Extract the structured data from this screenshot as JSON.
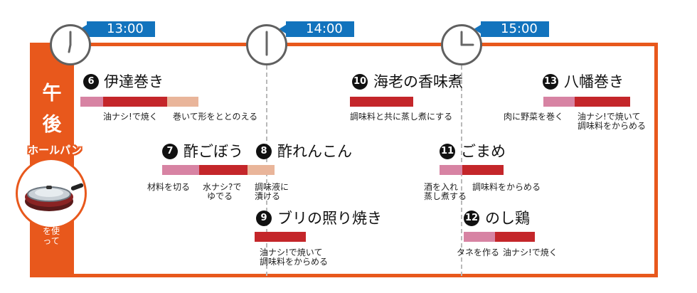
{
  "side": {
    "line1": "午",
    "line2": "後",
    "pan_label": "ホールパン",
    "bottom": "を使って"
  },
  "times": [
    "13:00",
    "14:00",
    "15:00"
  ],
  "recipes": [
    {
      "num": "6",
      "title": "伊達巻き",
      "notes": [
        "油ナシ!で焼く",
        "巻いて形をととのえる"
      ]
    },
    {
      "num": "7",
      "title": "酢ごぼう",
      "notes": [
        "材料を切る",
        "水ナシ?で",
        "ゆでる",
        "調味液に",
        "漬ける"
      ]
    },
    {
      "num": "8",
      "title": "酢れんこん",
      "notes": []
    },
    {
      "num": "9",
      "title": "ブリの照り焼き",
      "notes": [
        "油ナシ!で焼いて",
        "調味料をからめる"
      ]
    },
    {
      "num": "10",
      "title": "海老の香味煮",
      "notes": [
        "調味料と共に蒸し煮にする"
      ]
    },
    {
      "num": "11",
      "title": "ごまめ",
      "notes": [
        "酒を入れ",
        "蒸し煮する",
        "調味料をからめる"
      ]
    },
    {
      "num": "12",
      "title": "のし鶏",
      "notes": [
        "タネを作る",
        "油ナシ!で焼く"
      ]
    },
    {
      "num": "13",
      "title": "八幡巻き",
      "notes": [
        "肉に野菜を巻く",
        "油ナシ!で焼いて",
        "調味料をからめる"
      ]
    }
  ],
  "colors": {
    "accent": "#e8581c",
    "clock_flag": "#1273bd",
    "bar_pink": "#d783a3",
    "bar_red": "#c4262a",
    "bar_peach": "#e9b59a"
  }
}
